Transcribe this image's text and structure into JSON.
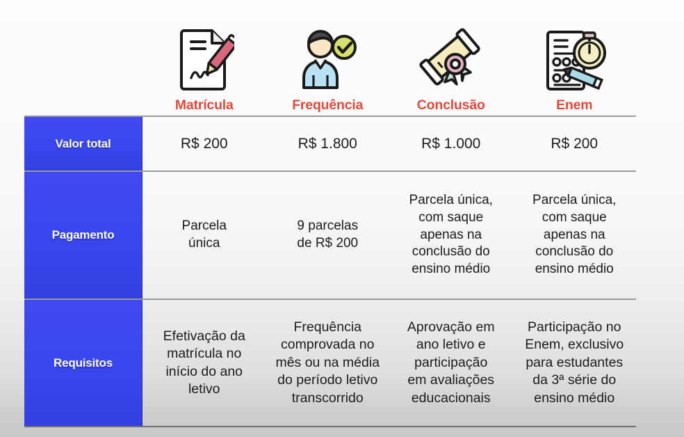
{
  "header": {
    "columns": [
      {
        "icon": "document-pen-icon",
        "label": "Matrícula"
      },
      {
        "icon": "person-check-icon",
        "label": "Frequência"
      },
      {
        "icon": "diploma-icon",
        "label": "Conclusão"
      },
      {
        "icon": "exam-timer-icon",
        "label": "Enem"
      }
    ]
  },
  "table": {
    "rows": [
      {
        "label": "Valor total",
        "cells": [
          "R$ 200",
          "R$ 1.800",
          "R$ 1.000",
          "R$ 200"
        ]
      },
      {
        "label": "Pagamento",
        "cells": [
          "Parcela\núnica",
          "9 parcelas\nde R$ 200",
          "Parcela única,\ncom saque\napenas na\nconclusão do\nensino médio",
          "Parcela única,\ncom saque\napenas na\nconclusão do\nensino médio"
        ]
      },
      {
        "label": "Requisitos",
        "cells": [
          "Efetivação da\nmatrícula no\ninício do ano\nletivo",
          "Frequência\ncomprovada no\nmês ou na média\ndo período letivo\ntranscorrido",
          "Aprovação em\nano letivo e\nparticipação\nem avaliações\neducacionais",
          "Participação no\nEnem, exclusivo\npara estudantes\nda 3ª série do\nensino médio"
        ]
      }
    ]
  },
  "colors": {
    "header_label": "#e04a3c",
    "row_head_blue": "#3a47ee",
    "divider": "#9a9a9a"
  }
}
